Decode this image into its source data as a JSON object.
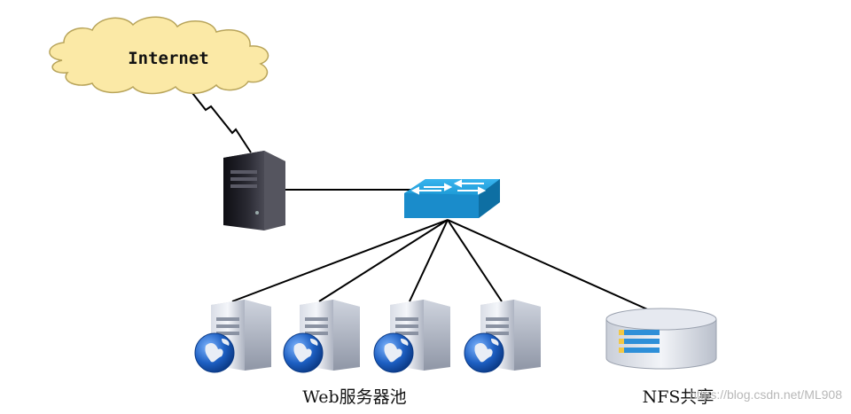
{
  "cloud": {
    "label": "Internet"
  },
  "router": {
    "icon": "tower-server-icon"
  },
  "switch": {
    "icon": "network-switch-icon"
  },
  "web_pool": {
    "label": "Web服务器池",
    "servers": [
      {
        "icon": "web-server-icon"
      },
      {
        "icon": "web-server-icon"
      },
      {
        "icon": "web-server-icon"
      },
      {
        "icon": "web-server-icon"
      }
    ]
  },
  "nfs": {
    "label": "NFS共享",
    "icon": "storage-disk-icon"
  },
  "watermark": "https://blog.csdn.net/ML908",
  "colors": {
    "cloud_fill": "#fbe9a6",
    "cloud_stroke": "#b8a45a",
    "switch_fill": "#1e9bd7",
    "globe": "#1d5fc2",
    "line": "#000000"
  }
}
